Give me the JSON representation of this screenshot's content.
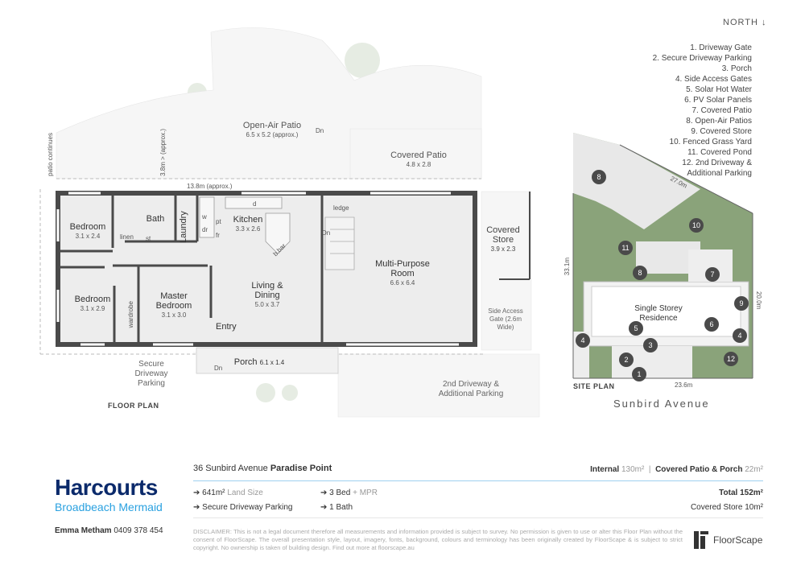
{
  "north": "NORTH ↓",
  "legend": [
    "1. Driveway Gate",
    "2. Secure Driveway Parking",
    "3. Porch",
    "4. Side Access Gates",
    "5. Solar Hot Water",
    "6. PV Solar Panels",
    "7. Covered Patio",
    "8. Open-Air Patios",
    "9. Covered Store",
    "10. Fenced Grass Yard",
    "11. Covered Pond",
    "12. 2nd Driveway &",
    "Additional Parking"
  ],
  "floor_plan": {
    "caption": "FLOOR PLAN",
    "rooms": {
      "bedroom1": {
        "name": "Bedroom",
        "dim": "3.1 x 2.4"
      },
      "bath": {
        "name": "Bath"
      },
      "laundry": {
        "name": "Laundry"
      },
      "kitchen": {
        "name": "Kitchen",
        "dim": "3.3 x 2.6"
      },
      "bedroom2": {
        "name": "Bedroom",
        "dim": "3.1 x 2.9"
      },
      "master": {
        "name": "Master Bedroom",
        "dim": "3.1 x 3.0"
      },
      "living": {
        "name": "Living & Dining",
        "dim": "5.0 x 3.7"
      },
      "mpr": {
        "name": "Multi-Purpose Room",
        "dim": "6.6 x 6.4"
      },
      "store": {
        "name": "Covered Store",
        "dim": "3.9 x 2.3"
      }
    },
    "small": {
      "linen": "linen",
      "st": "st",
      "w": "w",
      "pt": "pt",
      "dr": "dr",
      "fr": "fr",
      "d": "d",
      "bbar": "b.bar",
      "ledge": "ledge",
      "dn1": "Dn",
      "dn2": "Dn",
      "dn3": "Dn",
      "wardrobe": "wardrobe",
      "entry": "Entry",
      "patio_continues": "patio continues",
      "width_total": "13.8m (approx.)",
      "depth": "3.8m > (approx.)"
    },
    "outside": {
      "open_air": {
        "name": "Open-Air Patio",
        "dim": "6.5 x 5.2 (approx.)"
      },
      "covered_patio": {
        "name": "Covered Patio",
        "dim": "4.8 x 2.8"
      },
      "porch": {
        "name": "Porch",
        "dim": "6.1 x 1.4"
      },
      "secure_parking": "Secure Driveway Parking",
      "side_gate": "Side Access Gate (2.6m Wide)",
      "driveway2": "2nd Driveway & Additional Parking"
    }
  },
  "site_plan": {
    "caption": "SITE PLAN",
    "street": "Sunbird Avenue",
    "residence": "Single Storey Residence",
    "dims": {
      "top": "27.0m",
      "left": "33.1m",
      "right": "20.0m",
      "bottom": "23.6m"
    },
    "markers": [
      "1",
      "2",
      "3",
      "4",
      "4",
      "5",
      "6",
      "7",
      "8",
      "8",
      "9",
      "10",
      "11",
      "12"
    ]
  },
  "info": {
    "address": "36 Sunbird Avenue",
    "suburb": "Paradise Point",
    "internal_label": "Internal",
    "internal_value": "130m²",
    "covered_label": "Covered Patio & Porch",
    "covered_value": "22m²",
    "land_value": "641m²",
    "land_label": "Land Size",
    "beds": "3 Bed",
    "beds_extra": "+ MPR",
    "parking": "Secure Driveway Parking",
    "bath": "1 Bath",
    "total_label": "Total",
    "total_value": "152m²",
    "store_label": "Covered Store",
    "store_value": "10m²"
  },
  "brand": {
    "name": "Harcourts",
    "office": "Broadbeach Mermaid"
  },
  "agent": {
    "name": "Emma Metham",
    "phone": "0409 378 454"
  },
  "disclaimer": "DISCLAIMER: This is not a legal document therefore all measurements and information provided is subject to survey. No permission is given to use or alter this Floor Plan without the consent of FloorScape. The overall presentation style, layout, imagery, fonts, background, colours and terminology has been originally created by FloorScape & is subject to strict copyright. No ownership is taken of building design. Find out more at floorscape.au",
  "floorscape": "FloorScape",
  "colors": {
    "wall": "#4a4a4a",
    "floor": "#ededed",
    "grass": "#7f9a6a",
    "brand_navy": "#0b2a6b",
    "brand_blue": "#2aa1e0"
  }
}
